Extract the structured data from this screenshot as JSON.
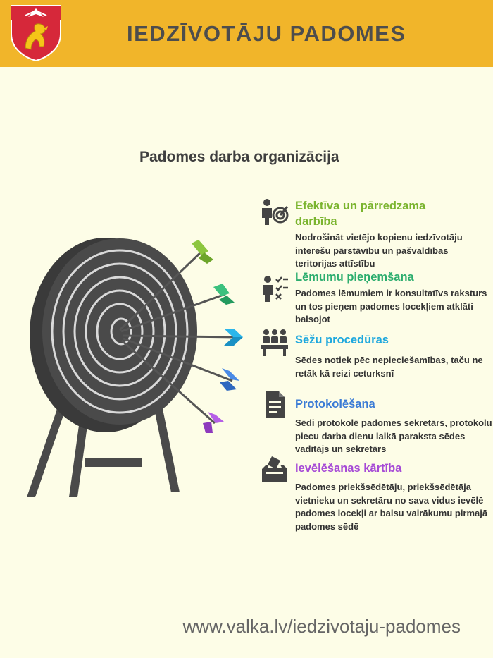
{
  "header": {
    "title": "IEDZĪVOTĀJU PADOMES"
  },
  "section": {
    "title": "Padomes darba organizācija"
  },
  "colors": {
    "header_bg": "#f1b52a",
    "page_bg": "#fdfde7",
    "target_dark": "#4a4a4a",
    "green": "#7ab42e",
    "teal": "#2cad6e",
    "cyan": "#1ea8de",
    "blue": "#3a7bd5",
    "purple": "#a64ad6"
  },
  "items": [
    {
      "title": "Efektīva un pārredzama darbība",
      "desc": "Nodrošināt vietējo kopienu iedzīvotāju interešu pārstāvību un pašvaldības teritorijas attīstību",
      "icon": "person-target-icon",
      "color": "#7ab42e"
    },
    {
      "title": "Lēmumu pieņemšana",
      "desc": "Padomes lēmumiem ir konsultatīvs raksturs un tos pieņem padomes locekļiem atklāti balsojot",
      "icon": "decision-checklist-icon",
      "color": "#2cad6e"
    },
    {
      "title": "Sēžu procedūras",
      "desc": "Sēdes notiek pēc nepieciešamības, taču ne retāk kā reizi ceturksnī",
      "icon": "meeting-icon",
      "color": "#1ea8de"
    },
    {
      "title": "Protokolēšana",
      "desc": "Sēdi protokolē padomes sekretārs, protokolu piecu darba dienu laikā paraksta sēdes vadītājs un sekretārs",
      "icon": "document-icon",
      "color": "#3a7bd5"
    },
    {
      "title": "Ievēlēšanas kārtība",
      "desc": "Padomes priekšsēdētāju, priekšsēdētāja vietnieku un sekretāru no sava vidus ievēlē padomes locekļi ar balsu vairākumu pirmajā padomes sēdē",
      "icon": "ballot-box-icon",
      "color": "#a64ad6"
    }
  ],
  "footer": {
    "url": "www.valka.lv/iedzivotaju-padomes"
  }
}
